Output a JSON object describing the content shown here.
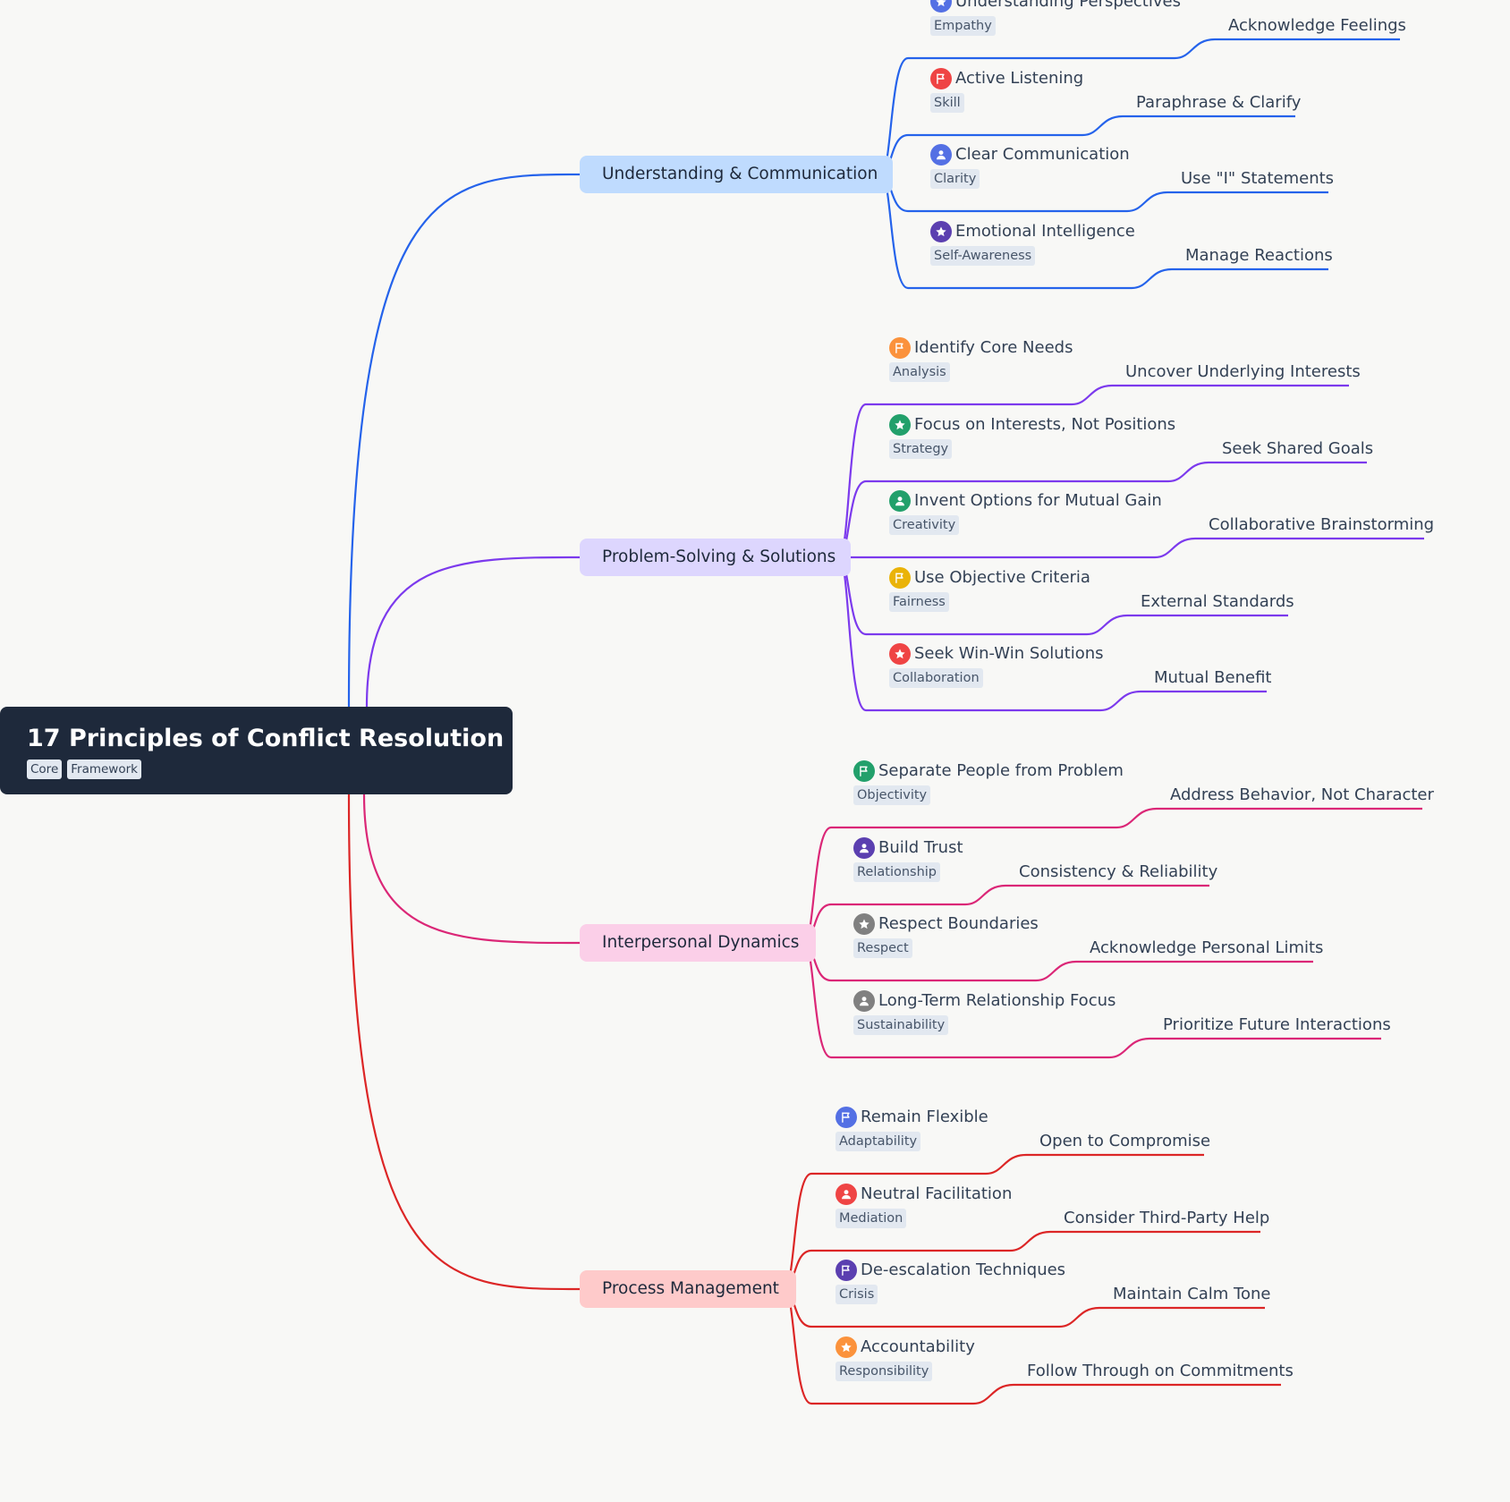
{
  "root": {
    "title": "17 Principles of Conflict Resolution",
    "tags": [
      "Core",
      "Framework"
    ]
  },
  "branches": [
    {
      "label": "Understanding & Communication",
      "color": "#2563eb",
      "fill": "#bfdbfe",
      "children": [
        {
          "label": "Understanding Perspectives",
          "tag": "Empathy",
          "icon": "star-icon",
          "icon_color": "#5470e4",
          "detail": "Acknowledge Feelings"
        },
        {
          "label": "Active Listening",
          "tag": "Skill",
          "icon": "flag-icon",
          "icon_color": "#ef4444",
          "detail": "Paraphrase & Clarify"
        },
        {
          "label": "Clear Communication",
          "tag": "Clarity",
          "icon": "user-icon",
          "icon_color": "#5470e4",
          "detail": "Use \"I\" Statements"
        },
        {
          "label": "Emotional Intelligence",
          "tag": "Self-Awareness",
          "icon": "star-icon",
          "icon_color": "#5b3fb0",
          "detail": "Manage Reactions"
        }
      ]
    },
    {
      "label": "Problem-Solving & Solutions",
      "color": "#7c3aed",
      "fill": "#ddd6fe",
      "children": [
        {
          "label": "Identify Core Needs",
          "tag": "Analysis",
          "icon": "flag-icon",
          "icon_color": "#fb923c",
          "detail": "Uncover Underlying Interests"
        },
        {
          "label": "Focus on Interests, Not Positions",
          "tag": "Strategy",
          "icon": "star-icon",
          "icon_color": "#22a06b",
          "detail": "Seek Shared Goals"
        },
        {
          "label": "Invent Options for Mutual Gain",
          "tag": "Creativity",
          "icon": "user-icon",
          "icon_color": "#22a06b",
          "detail": "Collaborative Brainstorming"
        },
        {
          "label": "Use Objective Criteria",
          "tag": "Fairness",
          "icon": "flag-icon",
          "icon_color": "#eab308",
          "detail": "External Standards"
        },
        {
          "label": "Seek Win-Win Solutions",
          "tag": "Collaboration",
          "icon": "star-icon",
          "icon_color": "#ef4444",
          "detail": "Mutual Benefit"
        }
      ]
    },
    {
      "label": "Interpersonal Dynamics",
      "color": "#db2777",
      "fill": "#fbcfe8",
      "children": [
        {
          "label": "Separate People from Problem",
          "tag": "Objectivity",
          "icon": "flag-icon",
          "icon_color": "#22a06b",
          "detail": "Address Behavior, Not Character"
        },
        {
          "label": "Build Trust",
          "tag": "Relationship",
          "icon": "user-icon",
          "icon_color": "#5b3fb0",
          "detail": "Consistency & Reliability"
        },
        {
          "label": "Respect Boundaries",
          "tag": "Respect",
          "icon": "star-icon",
          "icon_color": "#808080",
          "detail": "Acknowledge Personal Limits"
        },
        {
          "label": "Long-Term Relationship Focus",
          "tag": "Sustainability",
          "icon": "user-icon",
          "icon_color": "#808080",
          "detail": "Prioritize Future Interactions"
        }
      ]
    },
    {
      "label": "Process Management",
      "color": "#dc2626",
      "fill": "#fecaca",
      "children": [
        {
          "label": "Remain Flexible",
          "tag": "Adaptability",
          "icon": "flag-icon",
          "icon_color": "#5470e4",
          "detail": "Open to Compromise"
        },
        {
          "label": "Neutral Facilitation",
          "tag": "Mediation",
          "icon": "user-icon",
          "icon_color": "#ef4444",
          "detail": "Consider Third-Party Help"
        },
        {
          "label": "De-escalation Techniques",
          "tag": "Crisis",
          "icon": "flag-icon",
          "icon_color": "#5b3fb0",
          "detail": "Maintain Calm Tone"
        },
        {
          "label": "Accountability",
          "tag": "Responsibility",
          "icon": "star-icon",
          "icon_color": "#fb923c",
          "detail": "Follow Through on Commitments"
        }
      ]
    }
  ]
}
